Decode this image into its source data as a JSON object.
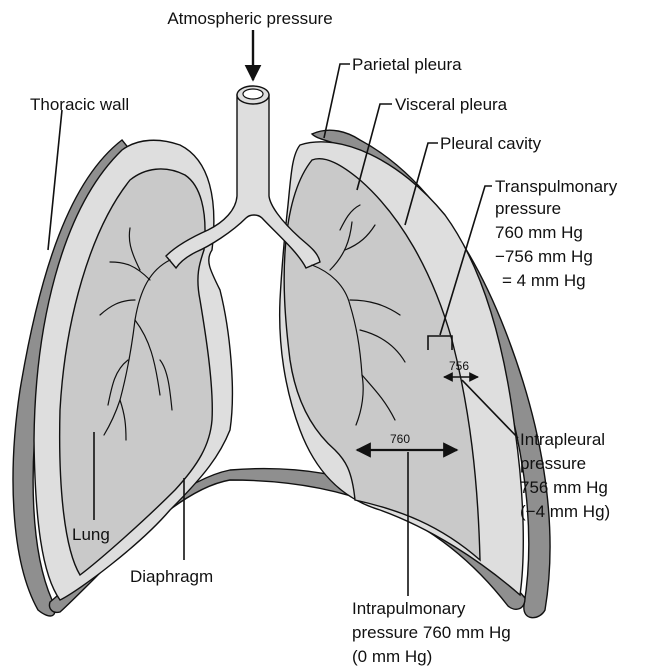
{
  "labels": {
    "atmospheric_pressure": "Atmospheric pressure",
    "parietal_pleura": "Parietal pleura",
    "thoracic_wall": "Thoracic wall",
    "visceral_pleura": "Visceral pleura",
    "pleural_cavity": "Pleural cavity",
    "transpulmonary": [
      "Transpulmonary",
      "pressure",
      "760 mm Hg",
      "−756 mm Hg",
      "= 4 mm Hg"
    ],
    "intrapleural": [
      "Intrapleural",
      "pressure",
      "756 mm Hg",
      "(−4 mm Hg)"
    ],
    "intrapulmonary": [
      "Intrapulmonary",
      "pressure 760 mm Hg",
      "(0 mm Hg)"
    ],
    "lung": "Lung",
    "diaphragm": "Diaphragm",
    "measure_760": "760",
    "measure_756": "756"
  }
}
